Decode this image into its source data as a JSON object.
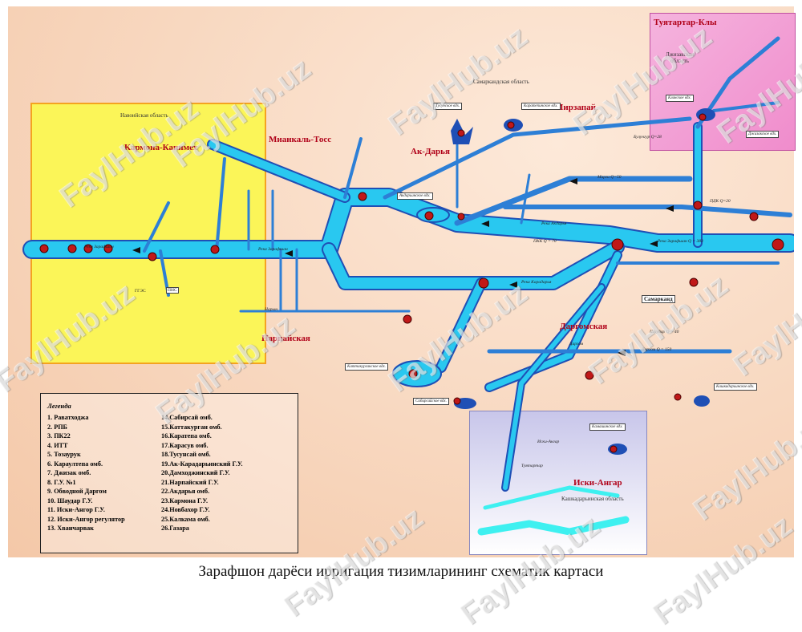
{
  "caption": "Зарафшон дарёси ирригация тизимларининг схематик картаси",
  "watermark": "FaylHub.uz",
  "colors": {
    "water": "#29c8f0",
    "river_outline": "#1f4fb5",
    "node": "#c01818",
    "region_title": "#b00018"
  },
  "regions": {
    "navoi_oblast": "Навоийская область",
    "karmana": "Кармона-Канимех",
    "miankal": "Мианкаль-Тосс",
    "akdarya": "Ак-Дарья",
    "mirzapai": "Мирзапай",
    "samarkand_oblast": "Самаркандская область",
    "tuyatartar": "Туятартар-Клы",
    "jizzakh_oblast": "Джизакская\nобласть",
    "narpai": "Нарпайская",
    "dargom": "Даргомская",
    "iski_angar": "Иски-Ангар",
    "kashka_oblast": "Кашкадарьинская область",
    "samarkand_city": "Самарканд"
  },
  "labels": {
    "river_zarafshan_1": "Река Зарафшан",
    "river_zarafshan_2": "Река Зарафшан",
    "river_zarafshan_3": "Река Зарафшан Q = 383",
    "river_akdarya": "Река Акдарья",
    "river_karadarya": "Река Карадарья",
    "gres": "ГГЭС",
    "nasos": "ПНС",
    "naryn": "Нарын",
    "margi": "Марги Q=50",
    "dargom_q": "Даргом Q = 150",
    "shaudar": "Шаудар Q = 40",
    "iski_angar_canal": "Иски-Ангар",
    "bulungur": "Булунгур Q=28",
    "tuyatartar_canal": "Туятартар",
    "dargom_canal": "Даргом",
    "ikan": "ПКК Q = 70",
    "pdk": "ПДК Q=20"
  },
  "reservoirs": {
    "tusun": "Тусунское вдх.",
    "karatepa": "Каратепинское вдх.",
    "aktash": "Акдарьинское вдх.",
    "kattakurgan": "Каттакурганское вдх.",
    "sabirsai": "Сабирсайское вдх.",
    "kamashi": "Камашинское вдх.",
    "jizzakh_res": "Джизакское вдх.",
    "kly": "Клинское вдх.",
    "karmana_res": "Кашкадарьинское вдх."
  },
  "legend": {
    "title": "Легенда",
    "col1": [
      "1.  Раватходжа",
      "2.  РПБ",
      "3.  ПК22",
      "4.  ИТТ",
      "5.  Тозаурук",
      "6.  Караултепа омб.",
      "7.  Джизак омб.",
      "8.  Г.У. №1",
      "9.  Обводной Даргом",
      "10. Шаудар Г.У.",
      "11. Иски-Ангор Г.У.",
      "12. Иски-Ангор регулятор",
      "13. Хванчарвак"
    ],
    "col2": [
      "14.Сабирсай омб.",
      "15.Каттакурган омб.",
      "16.Каратепа омб.",
      "17.Карасув омб.",
      "18.Тусунсай омб.",
      "19.Ак-Карадарьинский Г.У.",
      "20.Дамходжинский Г.У.",
      "21.Нарпайский Г.У.",
      "22.Акдарья омб.",
      "23.Кармона Г.У.",
      "24.Новбахор Г.У.",
      "25.Калкама омб.",
      "26.Газара"
    ]
  }
}
